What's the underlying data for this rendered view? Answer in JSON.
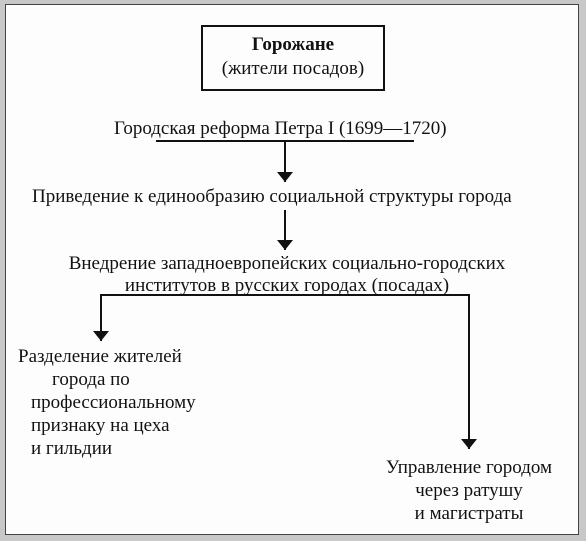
{
  "header": {
    "title": "Горожане",
    "subtitle": "(жители посадов)"
  },
  "nodes": {
    "reform": "Городская реформа Петра I (1699—1720)",
    "unification": "Приведение к единообразию социальной структуры города",
    "introduction": [
      "Внедрение западноевропейских социально-городских",
      "институтов в русских городах (посадах)"
    ],
    "division": [
      "Разделение жителей",
      "города по",
      "профессиональному",
      "признаку на цеха",
      "и гильдии"
    ],
    "management": [
      "Управление городом",
      "через ратушу",
      "и магистраты"
    ]
  }
}
